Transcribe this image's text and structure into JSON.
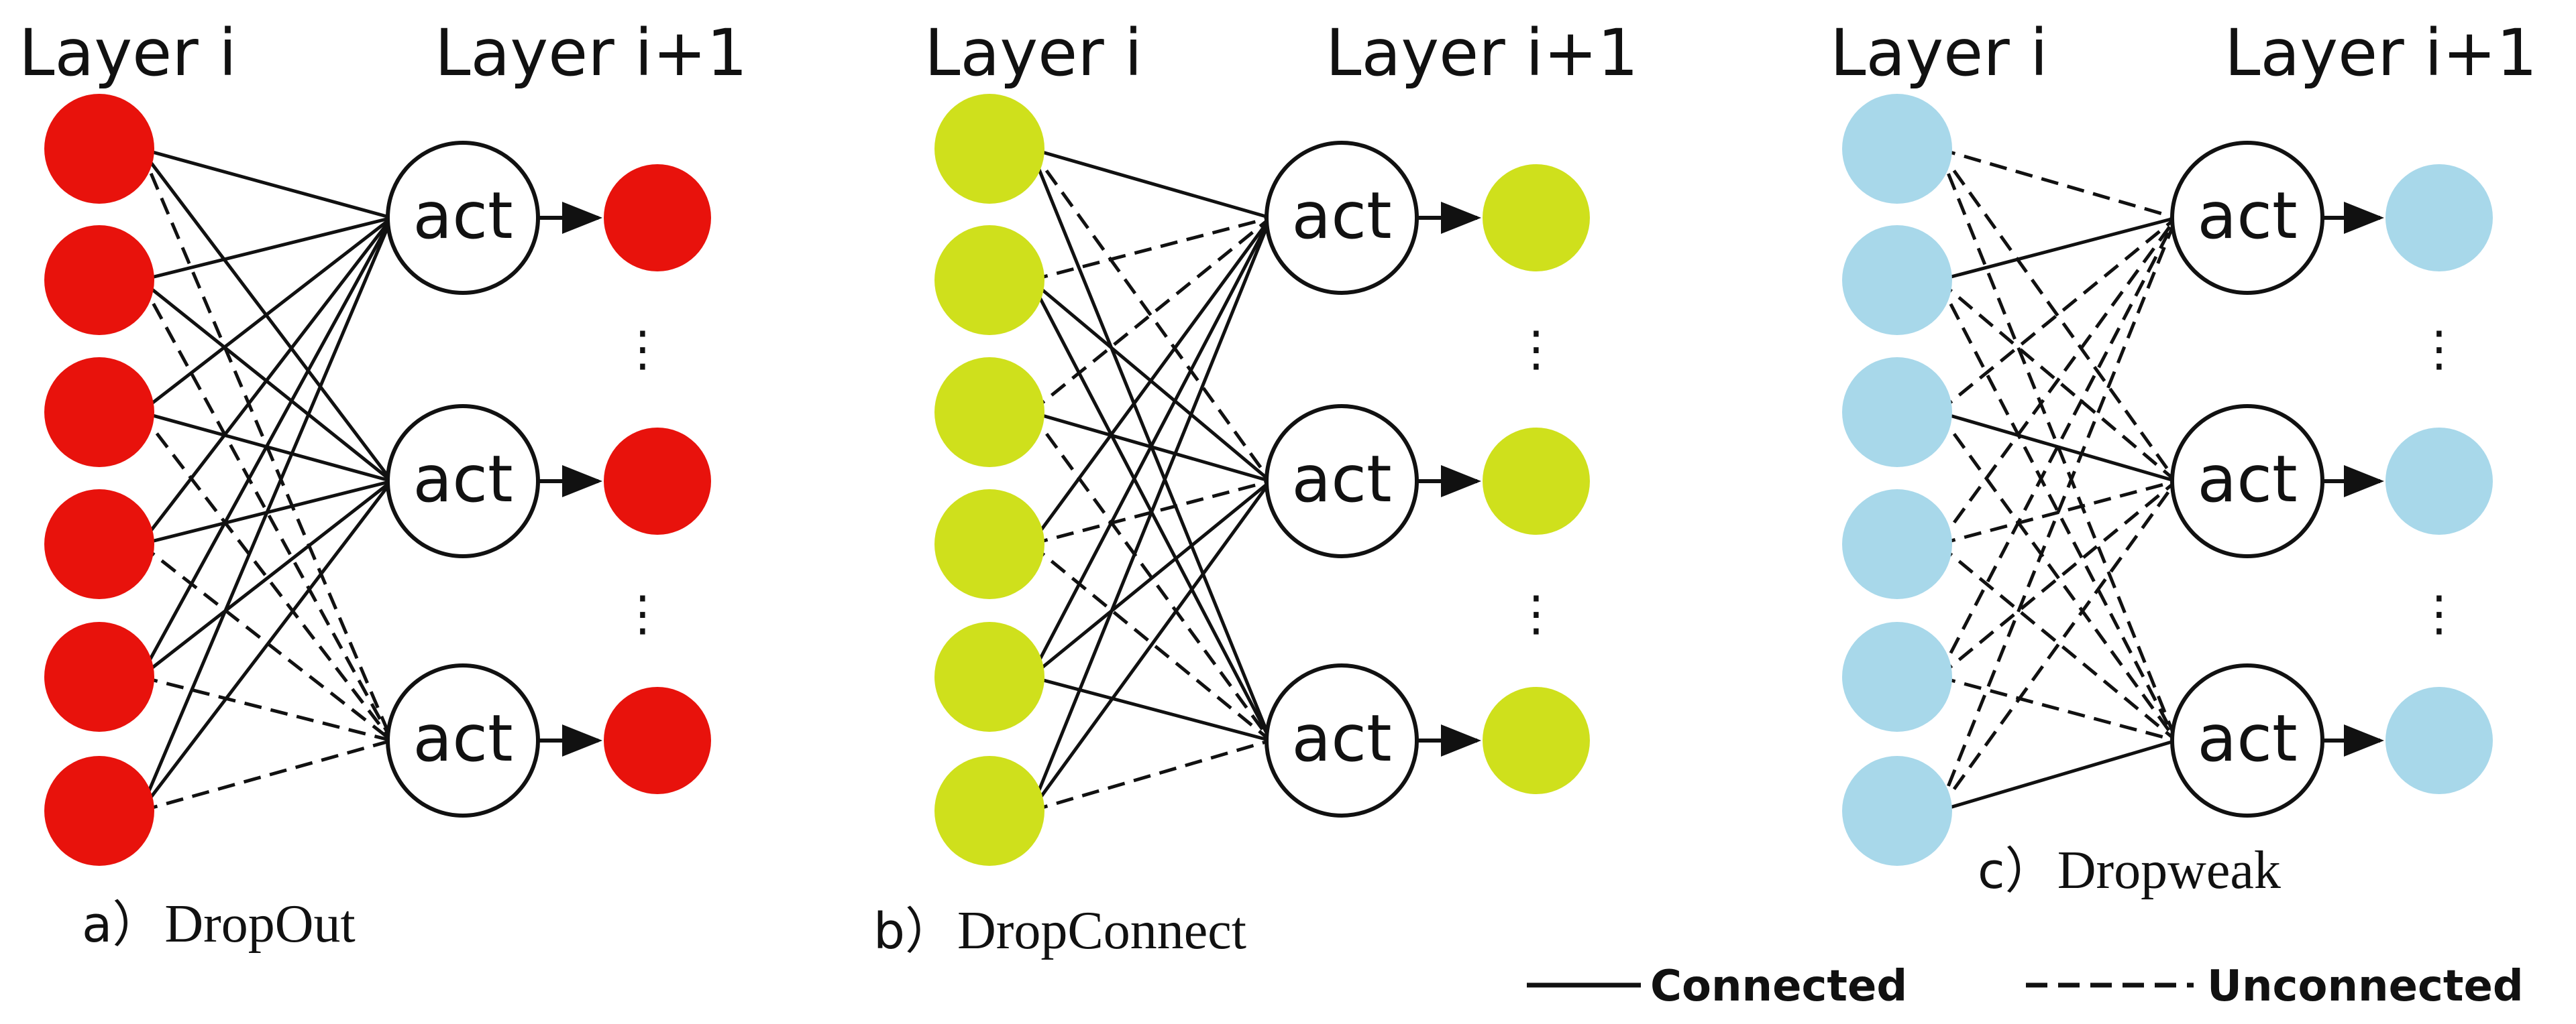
{
  "colors": {
    "panel_a_input": "#e8120c",
    "panel_a_output": "#e8120c",
    "panel_b_input": "#cfe01c",
    "panel_b_output": "#cfe01c",
    "panel_c_input": "#a8d8ea",
    "panel_c_output": "#a8d8ea",
    "line": "#111111",
    "act_fill": "#ffffff"
  },
  "panels": [
    {
      "id": "dropout",
      "layer_i_label": "Layer i",
      "layer_next_label": "Layer i+1",
      "act_labels": [
        "act",
        "act",
        "act"
      ],
      "caption_letter": "a）",
      "caption_text": "DropOut",
      "dots": [
        "⋮",
        "⋮"
      ],
      "edges": [
        {
          "from": 0,
          "to": 0,
          "style": "solid"
        },
        {
          "from": 0,
          "to": 1,
          "style": "solid"
        },
        {
          "from": 0,
          "to": 2,
          "style": "dashed"
        },
        {
          "from": 1,
          "to": 0,
          "style": "solid"
        },
        {
          "from": 1,
          "to": 1,
          "style": "solid"
        },
        {
          "from": 1,
          "to": 2,
          "style": "dashed"
        },
        {
          "from": 2,
          "to": 0,
          "style": "solid"
        },
        {
          "from": 2,
          "to": 1,
          "style": "solid"
        },
        {
          "from": 2,
          "to": 2,
          "style": "dashed"
        },
        {
          "from": 3,
          "to": 0,
          "style": "solid"
        },
        {
          "from": 3,
          "to": 1,
          "style": "solid"
        },
        {
          "from": 3,
          "to": 2,
          "style": "dashed"
        },
        {
          "from": 4,
          "to": 0,
          "style": "solid"
        },
        {
          "from": 4,
          "to": 1,
          "style": "solid"
        },
        {
          "from": 4,
          "to": 2,
          "style": "dashed"
        },
        {
          "from": 5,
          "to": 0,
          "style": "solid"
        },
        {
          "from": 5,
          "to": 1,
          "style": "solid"
        },
        {
          "from": 5,
          "to": 2,
          "style": "dashed"
        }
      ]
    },
    {
      "id": "dropconnect",
      "layer_i_label": "Layer i",
      "layer_next_label": "Layer i+1",
      "act_labels": [
        "act",
        "act",
        "act"
      ],
      "caption_letter": "b）",
      "caption_text": "DropConnect",
      "dots": [
        "⋮",
        "⋮"
      ],
      "edges": [
        {
          "from": 0,
          "to": 0,
          "style": "solid"
        },
        {
          "from": 0,
          "to": 1,
          "style": "dashed"
        },
        {
          "from": 0,
          "to": 2,
          "style": "solid"
        },
        {
          "from": 1,
          "to": 0,
          "style": "dashed"
        },
        {
          "from": 1,
          "to": 1,
          "style": "solid"
        },
        {
          "from": 1,
          "to": 2,
          "style": "solid"
        },
        {
          "from": 2,
          "to": 0,
          "style": "dashed"
        },
        {
          "from": 2,
          "to": 1,
          "style": "solid"
        },
        {
          "from": 2,
          "to": 2,
          "style": "dashed"
        },
        {
          "from": 3,
          "to": 0,
          "style": "solid"
        },
        {
          "from": 3,
          "to": 1,
          "style": "dashed"
        },
        {
          "from": 3,
          "to": 2,
          "style": "dashed"
        },
        {
          "from": 4,
          "to": 0,
          "style": "solid"
        },
        {
          "from": 4,
          "to": 1,
          "style": "solid"
        },
        {
          "from": 4,
          "to": 2,
          "style": "solid"
        },
        {
          "from": 5,
          "to": 0,
          "style": "solid"
        },
        {
          "from": 5,
          "to": 1,
          "style": "solid"
        },
        {
          "from": 5,
          "to": 2,
          "style": "dashed"
        }
      ]
    },
    {
      "id": "dropweak",
      "layer_i_label": "Layer i",
      "layer_next_label": "Layer i+1",
      "act_labels": [
        "act",
        "act",
        "act"
      ],
      "caption_letter": "c）",
      "caption_text": "Dropweak",
      "dots": [
        "⋮",
        "⋮"
      ],
      "edges": [
        {
          "from": 0,
          "to": 0,
          "style": "dashed"
        },
        {
          "from": 0,
          "to": 1,
          "style": "dashed"
        },
        {
          "from": 0,
          "to": 2,
          "style": "dashed"
        },
        {
          "from": 1,
          "to": 0,
          "style": "solid"
        },
        {
          "from": 1,
          "to": 1,
          "style": "dashed"
        },
        {
          "from": 1,
          "to": 2,
          "style": "dashed"
        },
        {
          "from": 2,
          "to": 0,
          "style": "dashed"
        },
        {
          "from": 2,
          "to": 1,
          "style": "solid"
        },
        {
          "from": 2,
          "to": 2,
          "style": "dashed"
        },
        {
          "from": 3,
          "to": 0,
          "style": "dashed"
        },
        {
          "from": 3,
          "to": 1,
          "style": "dashed"
        },
        {
          "from": 3,
          "to": 2,
          "style": "dashed"
        },
        {
          "from": 4,
          "to": 0,
          "style": "dashed"
        },
        {
          "from": 4,
          "to": 1,
          "style": "dashed"
        },
        {
          "from": 4,
          "to": 2,
          "style": "dashed"
        },
        {
          "from": 5,
          "to": 0,
          "style": "dashed"
        },
        {
          "from": 5,
          "to": 1,
          "style": "dashed"
        },
        {
          "from": 5,
          "to": 2,
          "style": "solid"
        }
      ]
    }
  ],
  "legend": {
    "connected_label": "Connected",
    "unconnected_label": "Unconnected"
  }
}
